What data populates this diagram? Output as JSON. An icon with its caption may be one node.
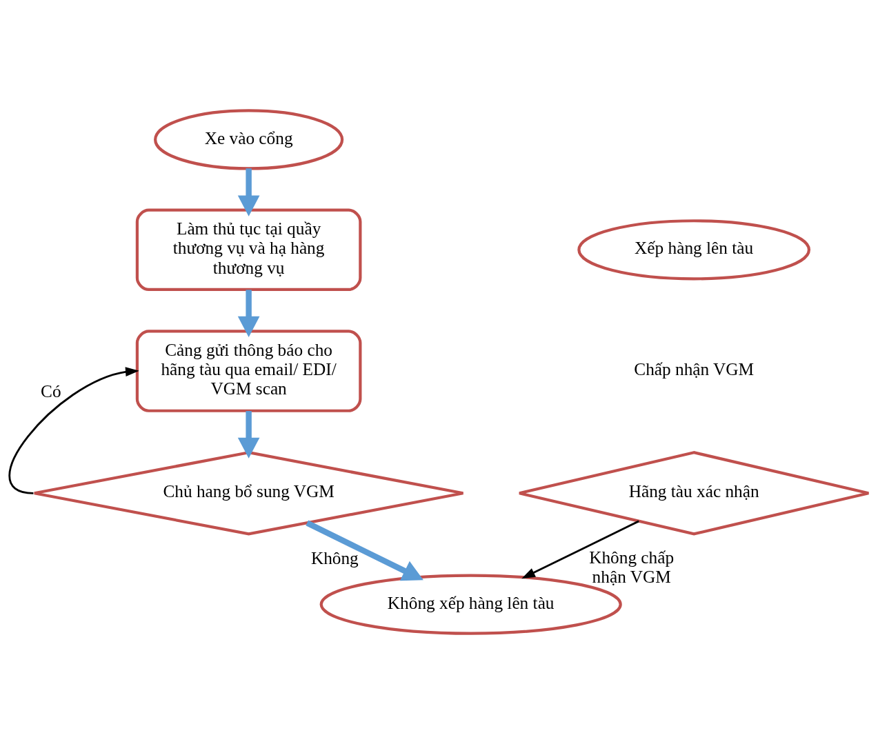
{
  "diagram": {
    "nodes": [
      {
        "text": [
          "Xe vào cổng"
        ]
      },
      {
        "text": [
          "Làm thủ tục tại quầy thương vụ và hạ hàng thương vụ"
        ]
      },
      {
        "text": [
          "Cảng gửi thông báo cho hãng tàu qua email/ EDI/ VGM scan"
        ]
      },
      {
        "text": [
          "Chủ hang bổ sung VGM"
        ]
      },
      {
        "text": [
          "Không xếp hàng lên tàu"
        ]
      },
      {
        "text": [
          "Xếp hàng lên tàu"
        ]
      },
      {
        "text": [
          "Hãng tàu xác nhận"
        ]
      }
    ],
    "edges": [
      {
        "from": 0,
        "to": 1,
        "arrow": "to"
      },
      {
        "from": 1,
        "to": 2,
        "arrow": "to"
      },
      {
        "from": 2,
        "to": 3,
        "arrow": "to"
      },
      {
        "from": 3,
        "to": 2,
        "arrow": "to",
        "label": "Có",
        "color": "#000000"
      },
      {
        "from": 3,
        "to": 4,
        "arrow": "to",
        "label": "Không"
      },
      {
        "from": 6,
        "to": 4,
        "arrow": "to",
        "label": "Không chấp nhận VGM",
        "color": "#000000"
      }
    ],
    "labels": [
      "Chấp nhận VGM"
    ]
  }
}
